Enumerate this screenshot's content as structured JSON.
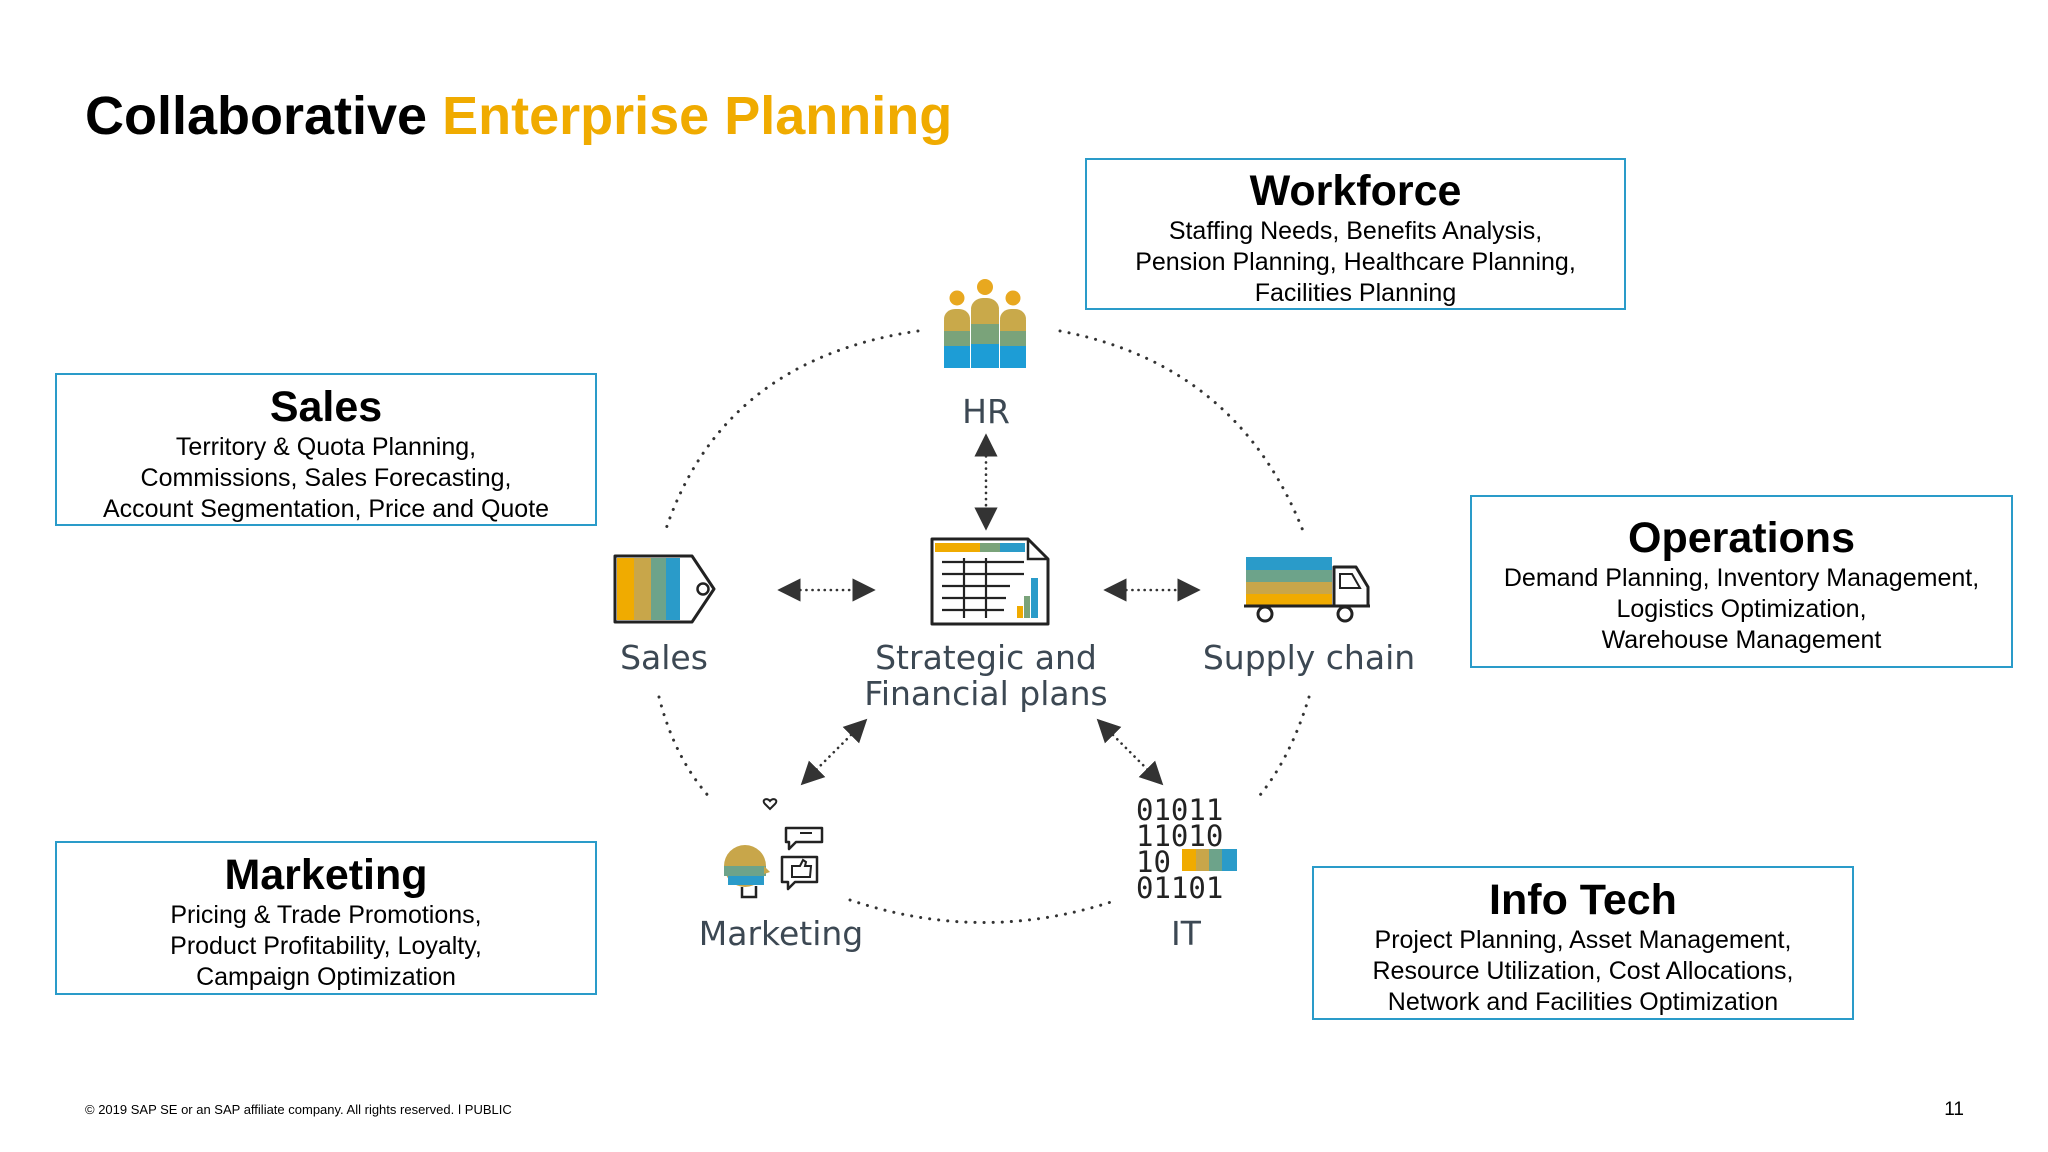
{
  "title": {
    "main": "Collaborative",
    "accent": "Enterprise Planning"
  },
  "colors": {
    "accent": "#f0ab00",
    "box_border": "#2a9bc9",
    "label": "#3c4853"
  },
  "boxes": {
    "workforce": {
      "title": "Workforce",
      "lines": [
        "Staffing Needs, Benefits Analysis,",
        "Pension Planning, Healthcare Planning,",
        "Facilities Planning"
      ]
    },
    "sales": {
      "title": "Sales",
      "lines": [
        "Territory & Quota Planning,",
        "Commissions, Sales Forecasting,",
        "Account Segmentation, Price and Quote"
      ]
    },
    "operations": {
      "title": "Operations",
      "lines": [
        "Demand Planning, Inventory Management,",
        "Logistics Optimization,",
        "Warehouse Management"
      ]
    },
    "marketing": {
      "title": "Marketing",
      "lines": [
        "Pricing & Trade Promotions,",
        "Product Profitability, Loyalty,",
        "Campaign Optimization"
      ]
    },
    "infotech": {
      "title": "Info Tech",
      "lines": [
        "Project Planning, Asset Management,",
        "Resource Utilization, Cost Allocations,",
        "Network and Facilities Optimization"
      ]
    }
  },
  "nodes": {
    "hr": "HR",
    "sales": "Sales",
    "center_line1": "Strategic and",
    "center_line2": "Financial plans",
    "supply": "Supply chain",
    "marketing": "Marketing",
    "it": "IT"
  },
  "icons": {
    "hr": "people-group-icon",
    "sales": "price-tag-icon",
    "center": "financial-document-icon",
    "supply": "delivery-truck-icon",
    "marketing": "social-chat-icon",
    "it": "binary-code-icon"
  },
  "binary_rows": [
    "01011",
    "11010",
    "10",
    "01101"
  ],
  "footer": {
    "copyright": "© 2019 SAP SE or an SAP affiliate company. All rights reserved.   ǀ   PUBLIC",
    "page": "11"
  }
}
